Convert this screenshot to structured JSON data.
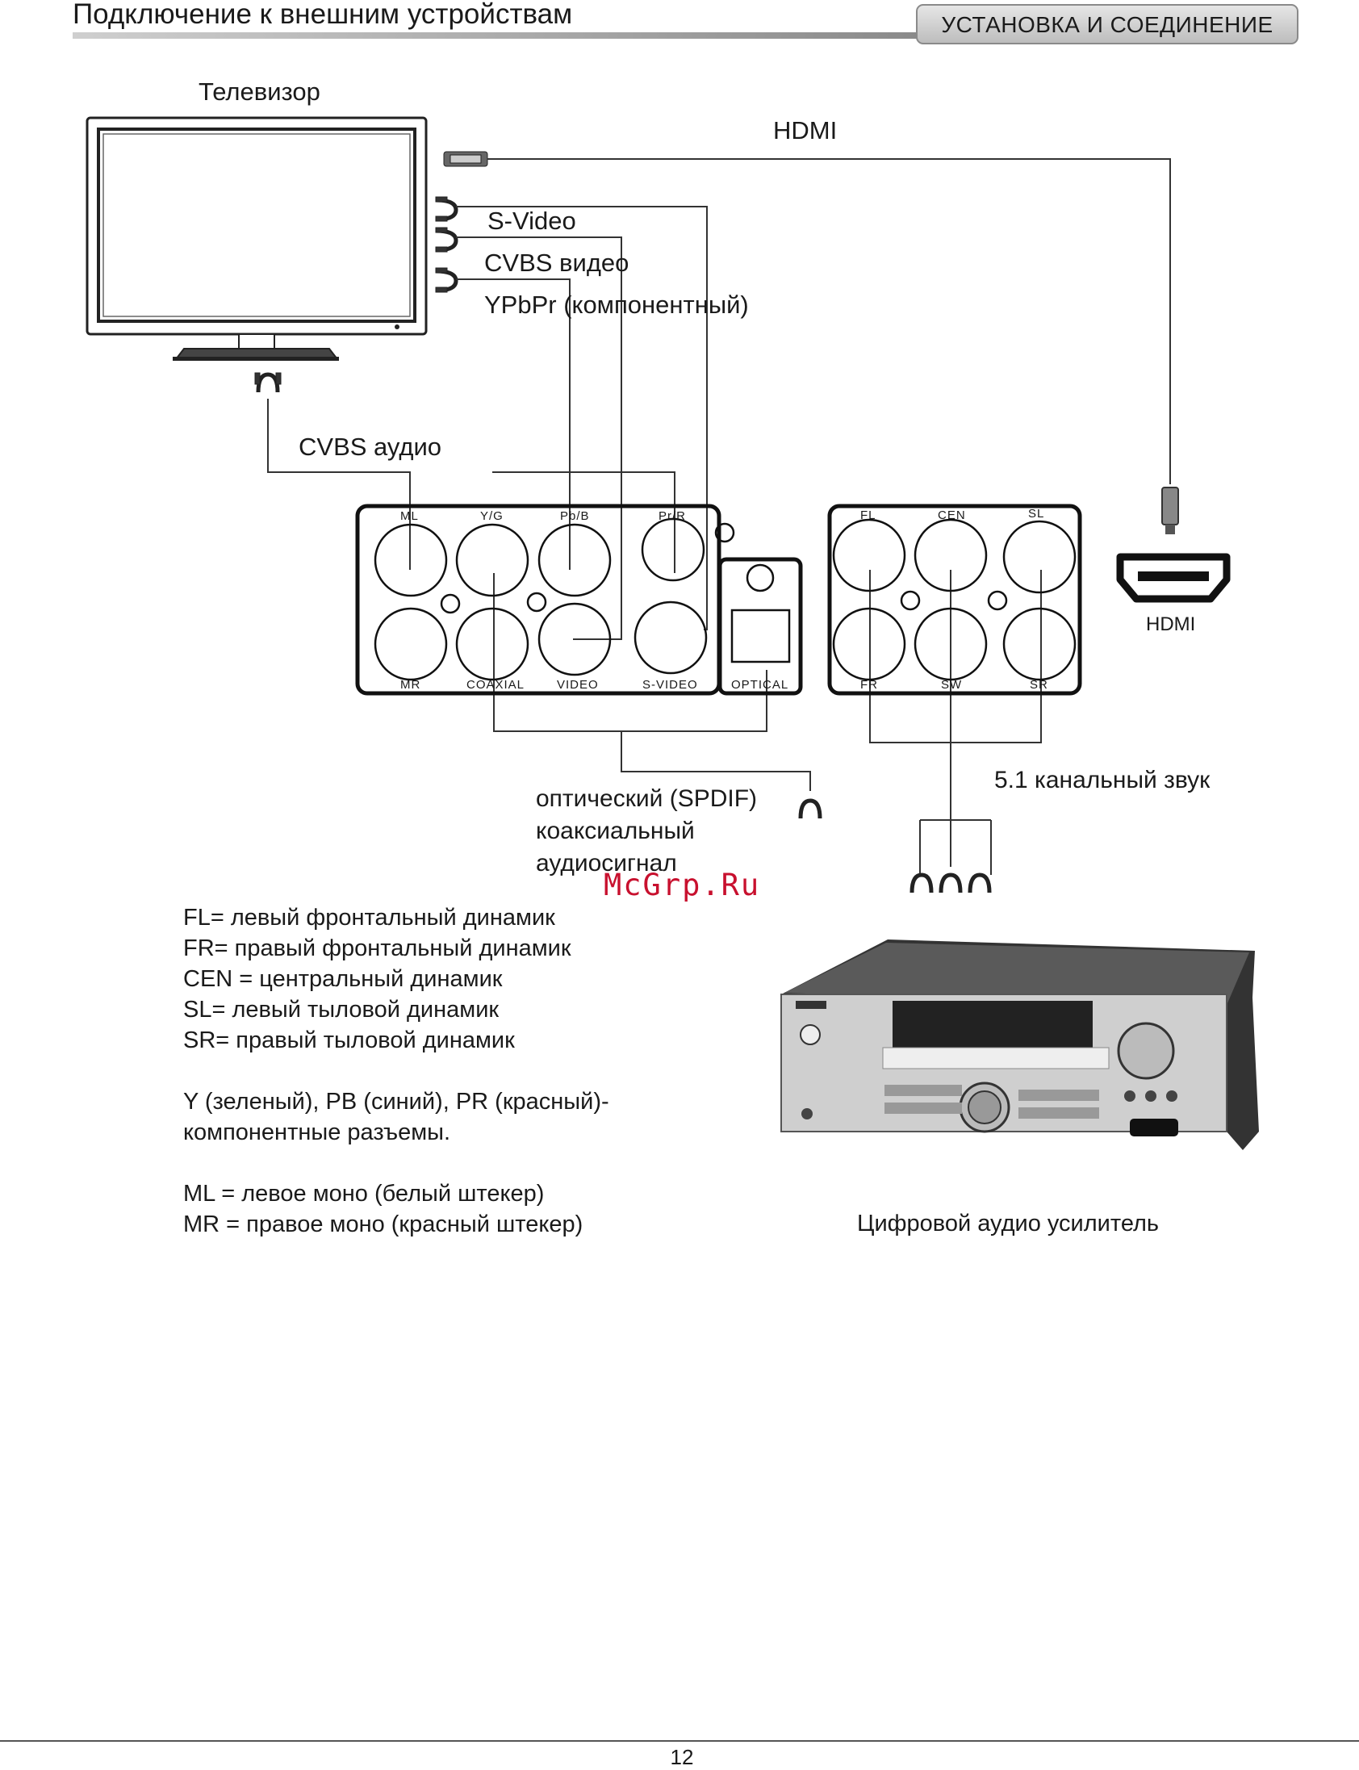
{
  "header": {
    "title": "Подключение к внешним устройствам",
    "section": "УСТАНОВКА И СОЕДИНЕНИЕ"
  },
  "diagram": {
    "tv_label": "Телевизор",
    "hdmi_label": "HDMI",
    "svideo_label": "S-Video",
    "cvbs_video_label": "CVBS видео",
    "ypbpr_label": "YPbPr (компонентный)",
    "cvbs_audio_label": "CVBS аудио",
    "panel_left": {
      "top": [
        "ML",
        "Y/G",
        "Pb/B",
        "Pr/R"
      ],
      "bottom": [
        "MR",
        "COAXIAL",
        "VIDEO",
        "S-VIDEO"
      ],
      "optical": "OPTICAL"
    },
    "panel_right": {
      "top": [
        "FL",
        "CEN",
        "SL"
      ],
      "bottom": [
        "FR",
        "SW",
        "SR"
      ]
    },
    "hdmi_port_label": "HDMI",
    "digital_audio_label": [
      "оптический (SPDIF)",
      "коаксиальный",
      "аудиосигнал"
    ],
    "surround_label": "5.1 канальный звук",
    "amplifier_label": "Цифровой аудио усилитель"
  },
  "legend": [
    "FL= левый фронтальный динамик",
    "FR= правый фронтальный динамик",
    "CEN = центральный динамик",
    "SL= левый тыловой динамик",
    "SR= правый тыловой динамик",
    "",
    "Y (зеленый), PB (синий), PR (красный)-",
    "компонентные разъемы.",
    "",
    "ML = левое моно (белый штекер)",
    "MR = правое моно (красный штекер)"
  ],
  "watermark": "McGrp.Ru",
  "page_number": "12"
}
